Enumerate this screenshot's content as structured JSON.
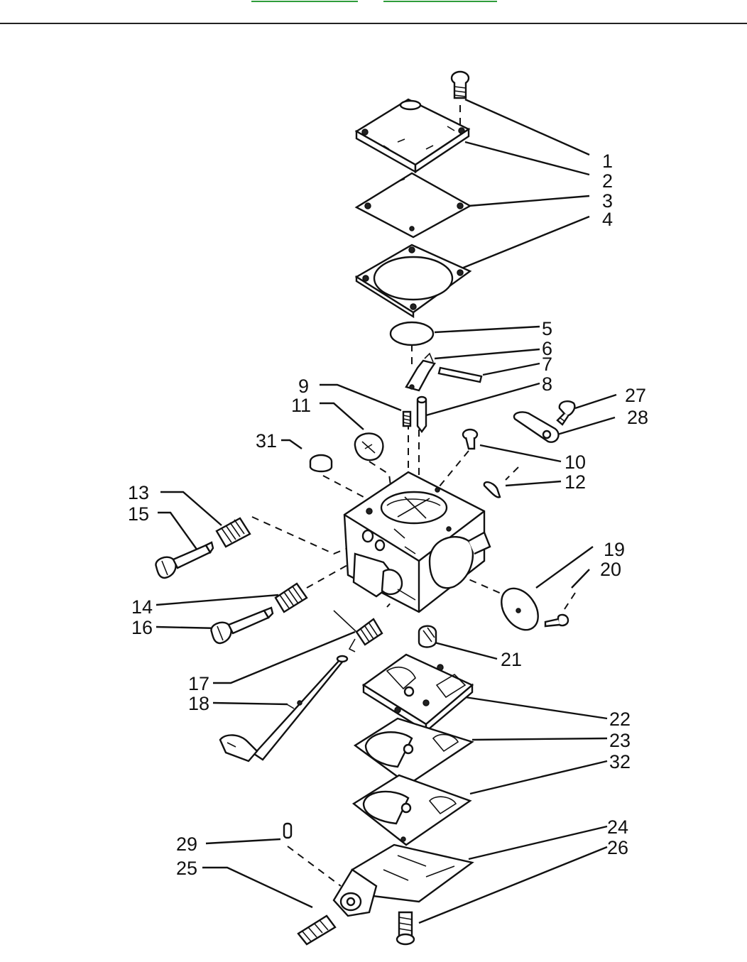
{
  "nav": {
    "links": [
      "",
      ""
    ],
    "link_color": "#2e9c3a"
  },
  "labels": [
    "1",
    "2",
    "3",
    "4",
    "5",
    "6",
    "7",
    "8",
    "9",
    "11",
    "27",
    "28",
    "31",
    "10",
    "12",
    "13",
    "15",
    "19",
    "20",
    "14",
    "16",
    "21",
    "17",
    "18",
    "22",
    "23",
    "32",
    "24",
    "29",
    "26",
    "25"
  ]
}
